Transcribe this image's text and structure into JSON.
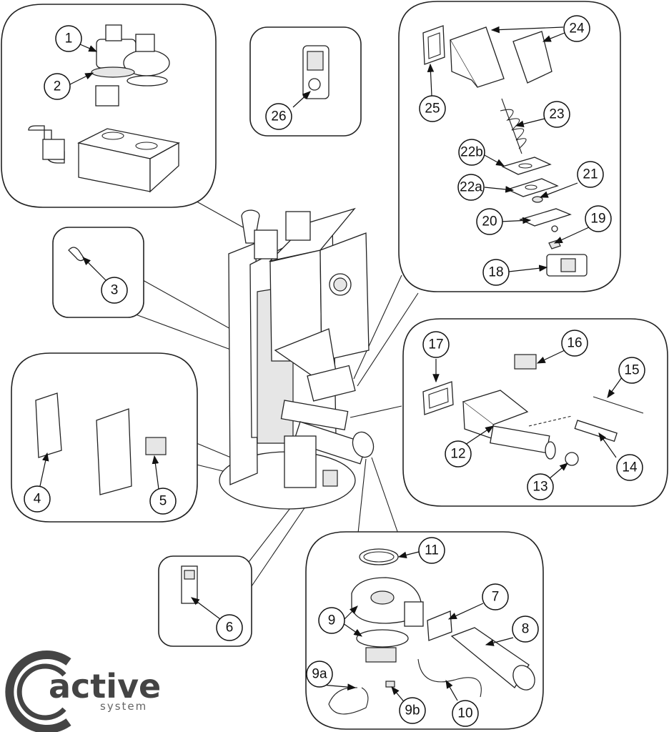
{
  "callouts": [
    {
      "id": "p1",
      "label": "1"
    },
    {
      "id": "p2",
      "label": "2"
    },
    {
      "id": "p3",
      "label": "3"
    },
    {
      "id": "p4",
      "label": "4"
    },
    {
      "id": "p5",
      "label": "5"
    },
    {
      "id": "p6",
      "label": "6"
    },
    {
      "id": "p7",
      "label": "7"
    },
    {
      "id": "p8",
      "label": "8"
    },
    {
      "id": "p9",
      "label": "9"
    },
    {
      "id": "p9a",
      "label": "9a"
    },
    {
      "id": "p9b",
      "label": "9b"
    },
    {
      "id": "p10",
      "label": "10"
    },
    {
      "id": "p11",
      "label": "11"
    },
    {
      "id": "p12",
      "label": "12"
    },
    {
      "id": "p13",
      "label": "13"
    },
    {
      "id": "p14",
      "label": "14"
    },
    {
      "id": "p15",
      "label": "15"
    },
    {
      "id": "p16",
      "label": "16"
    },
    {
      "id": "p17",
      "label": "17"
    },
    {
      "id": "p18",
      "label": "18"
    },
    {
      "id": "p19",
      "label": "19"
    },
    {
      "id": "p20",
      "label": "20"
    },
    {
      "id": "p21",
      "label": "21"
    },
    {
      "id": "p22a",
      "label": "22a"
    },
    {
      "id": "p22b",
      "label": "22b"
    },
    {
      "id": "p23",
      "label": "23"
    },
    {
      "id": "p24",
      "label": "24"
    },
    {
      "id": "p25",
      "label": "25"
    },
    {
      "id": "p26",
      "label": "26"
    }
  ],
  "logo": {
    "word": "active",
    "sub": "system",
    "color": "#444444"
  }
}
